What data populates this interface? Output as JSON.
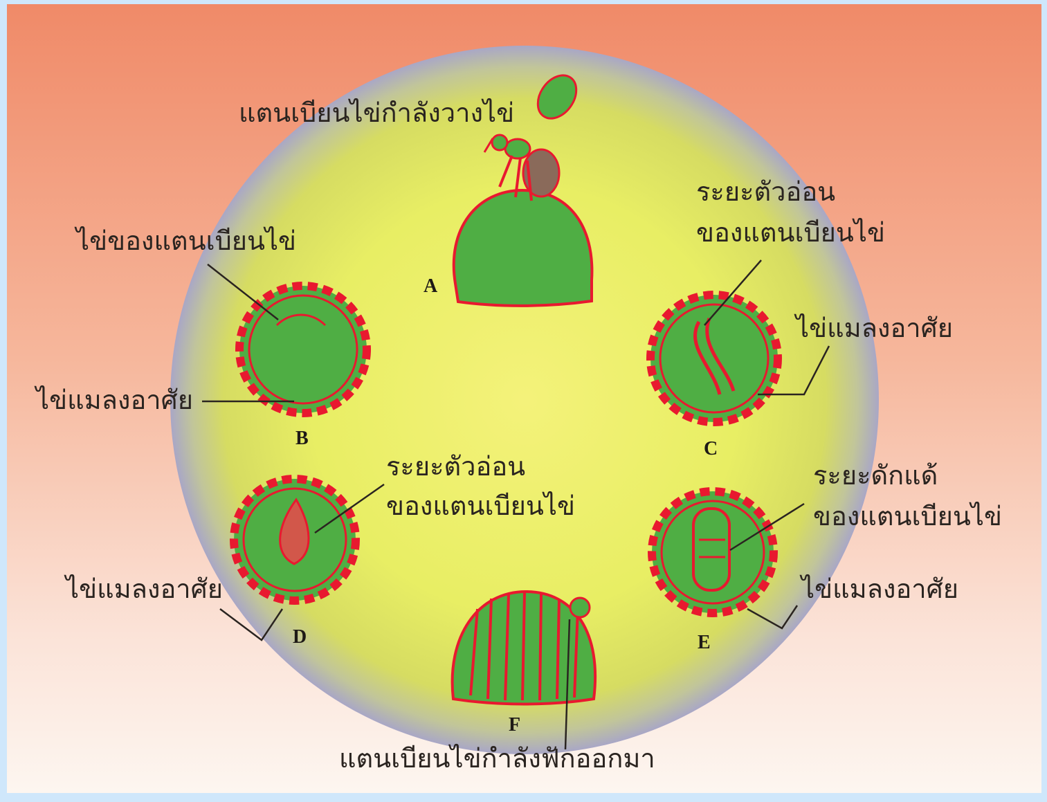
{
  "labels": {
    "laying": "แตนเบียนไข่กำลังวางไข่",
    "b_egg": "ไข่ของแตนเบียนไข่",
    "b_host": "ไข่แมลงอาศัย",
    "c_larva_1": "ระยะตัวอ่อน",
    "c_larva_2": "ของแตนเบียนไข่",
    "c_host": "ไข่แมลงอาศัย",
    "d_larva_1": "ระยะตัวอ่อน",
    "d_larva_2": "ของแตนเบียนไข่",
    "d_host": "ไข่แมลงอาศัย",
    "e_pupa_1": "ระยะดักแด้",
    "e_pupa_2": "ของแตนเบียนไข่",
    "e_host": "ไข่แมลงอาศัย",
    "emerging": "แตนเบียนไข่กำลังฟักออกมา"
  },
  "stages": {
    "a": "A",
    "b": "B",
    "c": "C",
    "d": "D",
    "e": "E",
    "f": "F"
  },
  "colors": {
    "sky_top": "#f08a68",
    "sky_bottom": "#fdf6f0",
    "disc_center": "#f4f27a",
    "disc_mid": "#d8e25a",
    "disc_edge": "#a9a7c6",
    "egg_fill": "#4fae44",
    "outline": "#e8192f",
    "frame": "#cfe7fb"
  }
}
